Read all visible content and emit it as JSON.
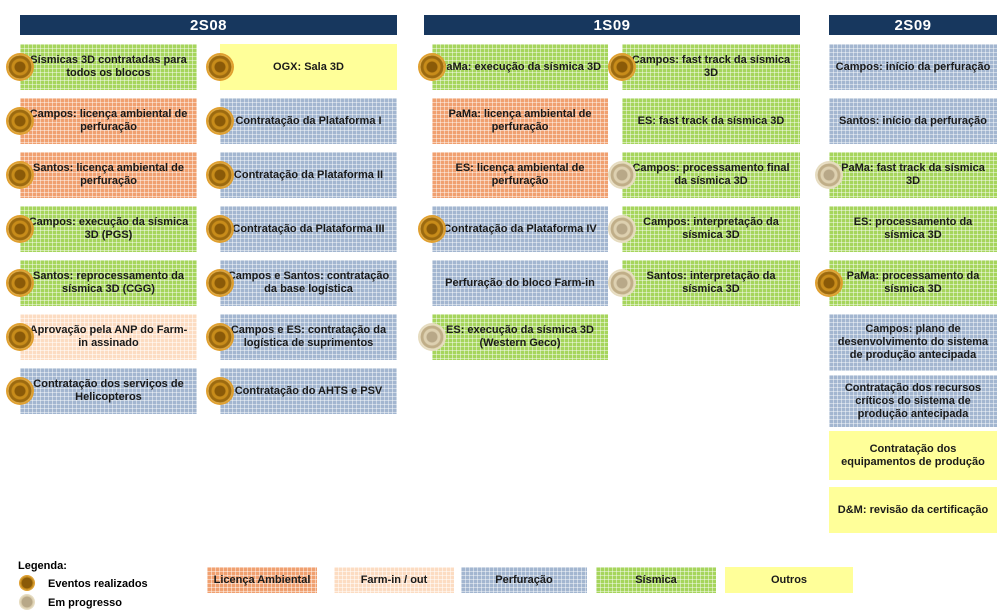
{
  "periods": [
    "2S08",
    "1S09",
    "2S09"
  ],
  "columns": [
    [
      {
        "text": "Sísmicas 3D contratadas para todos os blocos",
        "cat": "sismica",
        "status": "done"
      },
      {
        "text": "Campos: licença ambiental de perfuração",
        "cat": "licenca",
        "status": "done"
      },
      {
        "text": "Santos: licença ambiental de perfuração",
        "cat": "licenca",
        "status": "done"
      },
      {
        "text": "Campos: execução da sísmica 3D (PGS)",
        "cat": "sismica",
        "status": "done"
      },
      {
        "text": "Santos: reprocessamento da sísmica 3D (CGG)",
        "cat": "sismica",
        "status": "done"
      },
      {
        "text": "Aprovação pela ANP do Farm-in assinado",
        "cat": "farm",
        "status": "done"
      },
      {
        "text": "Contratação dos serviços de Helicopteros",
        "cat": "perf",
        "status": "done"
      }
    ],
    [
      {
        "text": "OGX: Sala 3D",
        "cat": "outros",
        "status": "done"
      },
      {
        "text": "Contratação da Plataforma I",
        "cat": "perf",
        "status": "done"
      },
      {
        "text": "Contratação da Plataforma II",
        "cat": "perf",
        "status": "done"
      },
      {
        "text": "Contratação da Plataforma III",
        "cat": "perf",
        "status": "done"
      },
      {
        "text": "Campos e Santos: contratação da base logística",
        "cat": "perf",
        "status": "done"
      },
      {
        "text": "Campos e ES: contratação da logística de suprimentos",
        "cat": "perf",
        "status": "done"
      },
      {
        "text": "Contratação do AHTS e PSV",
        "cat": "perf",
        "status": "done"
      }
    ],
    [
      {
        "text": "PaMa: execução da sísmica 3D",
        "cat": "sismica",
        "status": "done"
      },
      {
        "text": "PaMa: licença ambiental de perfuração",
        "cat": "licenca",
        "status": "none"
      },
      {
        "text": "ES: licença ambiental de perfuração",
        "cat": "licenca",
        "status": "none"
      },
      {
        "text": "Contratação da Plataforma IV",
        "cat": "perf",
        "status": "done"
      },
      {
        "text": "Perfuração do bloco Farm-in",
        "cat": "perf",
        "status": "none"
      },
      {
        "text": "ES: execução da sísmica 3D (Western Geco)",
        "cat": "sismica",
        "status": "prog"
      }
    ],
    [
      {
        "text": "Campos: fast track da sísmica 3D",
        "cat": "sismica",
        "status": "done"
      },
      {
        "text": "ES: fast track da sísmica 3D",
        "cat": "sismica",
        "status": "none"
      },
      {
        "text": "Campos: processamento final da sísmica 3D",
        "cat": "sismica",
        "status": "prog"
      },
      {
        "text": "Campos: interpretação da sísmica 3D",
        "cat": "sismica",
        "status": "prog"
      },
      {
        "text": "Santos: interpretação da sísmica 3D",
        "cat": "sismica",
        "status": "prog"
      }
    ],
    [
      {
        "text": "Campos: início da perfuração",
        "cat": "perf",
        "status": "none"
      },
      {
        "text": "Santos: início da perfuração",
        "cat": "perf",
        "status": "none"
      },
      {
        "text": "PaMa: fast track da sísmica 3D",
        "cat": "sismica",
        "status": "prog"
      },
      {
        "text": "ES: processamento da sísmica 3D",
        "cat": "sismica",
        "status": "none"
      },
      {
        "text": "PaMa: processamento da sísmica 3D",
        "cat": "sismica",
        "status": "done"
      },
      {
        "text": "Campos: plano de desenvolvimento do sistema de produção antecipada",
        "cat": "perf",
        "status": "none"
      },
      {
        "text": "Contratação dos recursos críticos do sistema de produção antecipada",
        "cat": "perf",
        "status": "none"
      },
      {
        "text": "Contratação dos equipamentos de produção",
        "cat": "outros",
        "status": "none"
      },
      {
        "text": "D&M: revisão da certificação",
        "cat": "outros",
        "status": "none"
      }
    ]
  ],
  "legend": {
    "title": "Legenda:",
    "done_label": "Eventos realizados",
    "prog_label": "Em progresso",
    "categories": [
      {
        "key": "licenca",
        "label": "Licença Ambiental"
      },
      {
        "key": "farm",
        "label": "Farm-in / out"
      },
      {
        "key": "perf",
        "label": "Perfuração"
      },
      {
        "key": "sismica",
        "label": "Sísmica"
      },
      {
        "key": "outros",
        "label": "Outros"
      }
    ]
  }
}
